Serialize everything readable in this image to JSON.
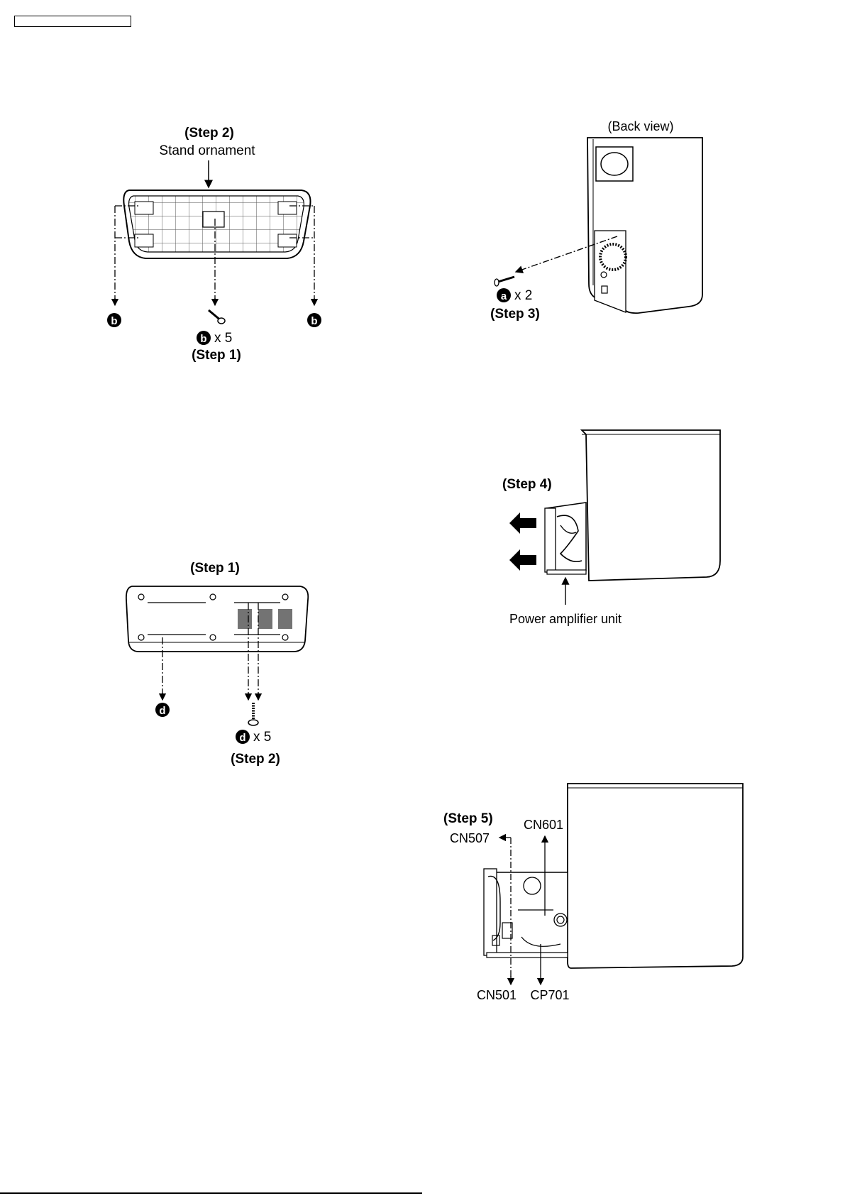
{
  "fig1": {
    "step_top": "(Step 2)",
    "part": "Stand ornament",
    "screw_letter": "b",
    "count": "x 5",
    "step_bottom": "(Step 1)"
  },
  "fig2": {
    "view": "(Back view)",
    "screw_letter": "a",
    "count": "x 2",
    "step": "(Step 3)"
  },
  "fig3": {
    "step": "(Step 4)",
    "part": "Power amplifier unit"
  },
  "fig4": {
    "step_top": "(Step 1)",
    "screw_letter": "d",
    "count": "x 5",
    "step_bottom": "(Step 2)"
  },
  "fig5": {
    "step": "(Step 5)",
    "connectors": [
      "CN601",
      "CN507",
      "CN501",
      "CP701"
    ]
  }
}
